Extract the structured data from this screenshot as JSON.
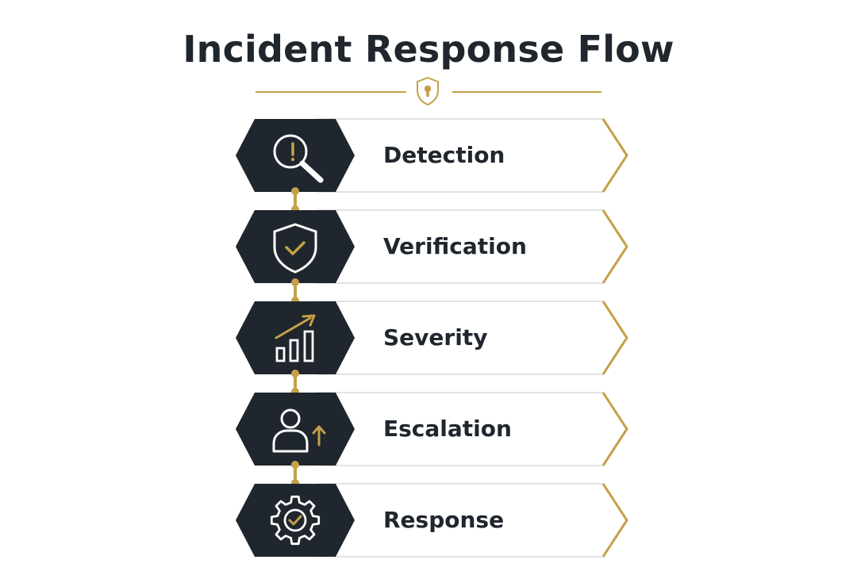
{
  "title": "Incident Response Flow",
  "colors": {
    "dark": "#1f262d",
    "gold": "#c4a04a",
    "text": "#1f262d",
    "border": "#d8d8d8"
  },
  "steps": [
    {
      "label": "Detection",
      "icon": "magnifier-alert-icon"
    },
    {
      "label": "Verification",
      "icon": "shield-check-icon"
    },
    {
      "label": "Severity",
      "icon": "bar-chart-trend-icon"
    },
    {
      "label": "Escalation",
      "icon": "user-arrow-up-icon"
    },
    {
      "label": "Response",
      "icon": "gear-check-icon"
    }
  ]
}
